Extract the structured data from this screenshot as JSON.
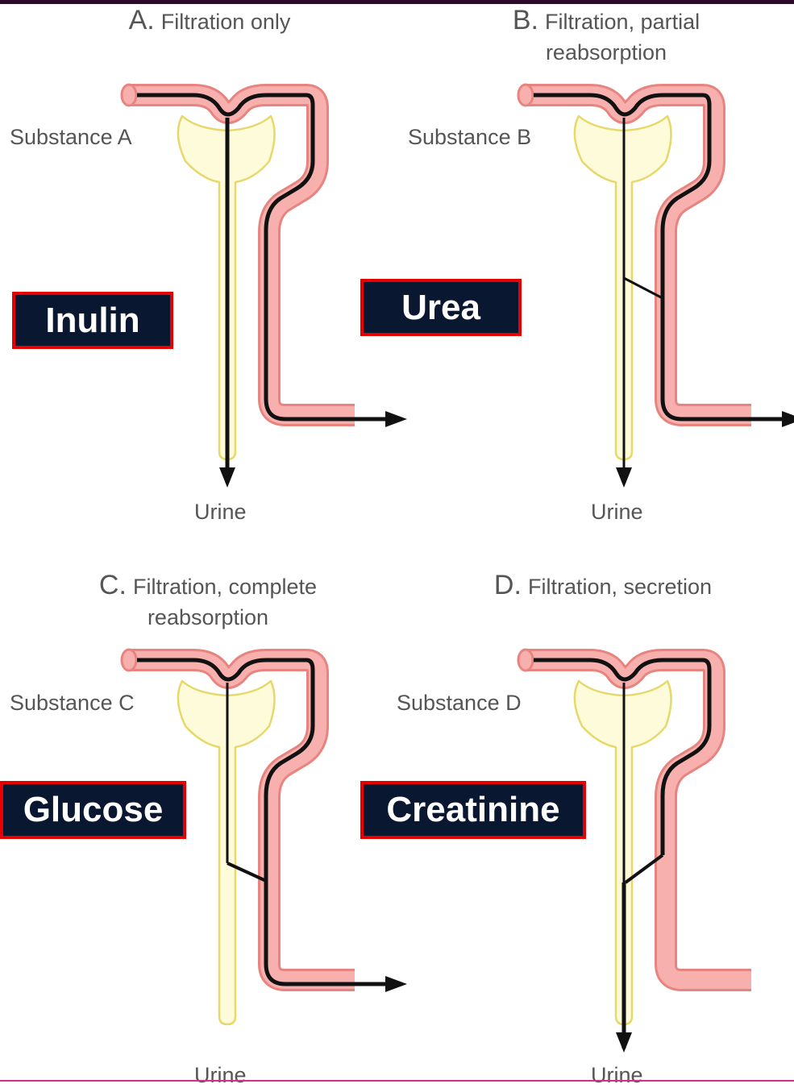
{
  "panels": [
    {
      "letter": "A.",
      "title": "Filtration only",
      "title_line2": "",
      "substance": "Substance A",
      "urine": "Urine",
      "tag": "Inulin",
      "process": "filtration"
    },
    {
      "letter": "B.",
      "title": "Filtration, partial",
      "title_line2": "reabsorption",
      "substance": "Substance B",
      "urine": "Urine",
      "tag": "Urea",
      "process": "partial-reabsorption"
    },
    {
      "letter": "C.",
      "title": "Filtration, complete",
      "title_line2": "reabsorption",
      "substance": "Substance C",
      "urine": "Urine",
      "tag": "Glucose",
      "process": "complete-reabsorption"
    },
    {
      "letter": "D.",
      "title": "Filtration, secretion",
      "title_line2": "",
      "substance": "Substance D",
      "urine": "Urine",
      "tag": "Creatinine",
      "process": "secretion"
    }
  ],
  "colors": {
    "vessel_fill": "#f7b0ad",
    "vessel_edge": "#e8847f",
    "tubule_fill": "#fdfbd9",
    "tubule_edge": "#e6d86a",
    "flow": "#111111",
    "tag_bg": "#0a1730",
    "tag_border": "#e60000"
  }
}
